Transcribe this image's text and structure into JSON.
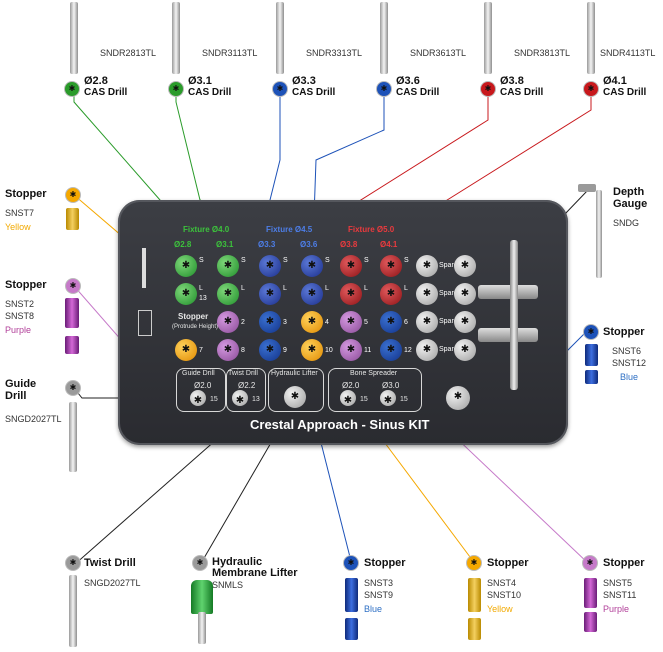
{
  "drills": [
    {
      "code": "SNDR2813TL",
      "size": "Ø2.8",
      "name": "CAS Drill",
      "color": "#2a9b2a"
    },
    {
      "code": "SNDR3113TL",
      "size": "Ø3.1",
      "name": "CAS Drill",
      "color": "#2a9b2a"
    },
    {
      "code": "SNDR3313TL",
      "size": "Ø3.3",
      "name": "CAS Drill",
      "color": "#1d52b8"
    },
    {
      "code": "SNDR3613TL",
      "size": "Ø3.6",
      "name": "CAS Drill",
      "color": "#1d52b8"
    },
    {
      "code": "SNDR3813TL",
      "size": "Ø3.8",
      "name": "CAS Drill",
      "color": "#c8181c"
    },
    {
      "code": "SNDR4113TL",
      "size": "Ø4.1",
      "name": "CAS Drill",
      "color": "#c8181c"
    }
  ],
  "left": {
    "stopper_yellow": {
      "title": "Stopper",
      "code": "SNST7",
      "color_word": "Yellow"
    },
    "stopper_purple": {
      "title": "Stopper",
      "code1": "SNST2",
      "code2": "SNST8",
      "color_word": "Purple"
    },
    "guide_drill": {
      "title1": "Guide",
      "title2": "Drill",
      "code": "SNGD2027TL"
    }
  },
  "right": {
    "depth_gauge": {
      "title1": "Depth",
      "title2": "Gauge",
      "code": "SNDG"
    },
    "stopper_blue": {
      "title": "Stopper",
      "code1": "SNST6",
      "code2": "SNST12",
      "color_word": "Blue"
    }
  },
  "bottom": {
    "twist_drill": {
      "title": "Twist Drill",
      "code": "SNGD2027TL"
    },
    "hydraulic": {
      "title1": "Hydraulic",
      "title2": "Membrane Lifter",
      "code": "SNMLS"
    },
    "stopper_blue": {
      "title": "Stopper",
      "code1": "SNST3",
      "code2": "SNST9",
      "color_word": "Blue"
    },
    "stopper_yellow": {
      "title": "Stopper",
      "code1": "SNST4",
      "code2": "SNST10",
      "color_word": "Yellow"
    },
    "stopper_purple": {
      "title": "Stopper",
      "code1": "SNST5",
      "code2": "SNST11",
      "color_word": "Purple"
    }
  },
  "kit": {
    "title": "Crestal Approach - Sinus KIT",
    "fixture_green": "Fixture Ø4.0",
    "fixture_blue": "Fixture Ø4.5",
    "fixture_red": "Fixture Ø5.0",
    "size_labels": [
      "Ø2.8",
      "Ø3.1",
      "Ø3.3",
      "Ø3.6",
      "Ø3.8",
      "Ø4.1"
    ],
    "stopper_label": "Stopper",
    "stopper_sub": "(Protrude Height)",
    "spare": "Spare",
    "row1_letters": [
      "S",
      "S",
      "S",
      "S",
      "S",
      "S"
    ],
    "row2_letters": [
      "L",
      "L",
      "L",
      "L",
      "L",
      "L"
    ],
    "row_13": "13",
    "stopper_numbers": [
      "2",
      "3",
      "4",
      "5",
      "6",
      "7",
      "8",
      "9",
      "10",
      "11",
      "12"
    ],
    "guide_drill_label": "Guide Drill",
    "twist_drill_label": "Twist Drill",
    "hydraulic_label": "Hydraulic Lifter",
    "bone_spreader_label": "Bone Spreader",
    "guide_size": "Ø2.0",
    "twist_size": "Ø2.2",
    "bs1_size": "Ø2.0",
    "bs2_size": "Ø3.0",
    "len_15": "15",
    "len_13": "13"
  },
  "colors": {
    "green": "#2a9b2a",
    "blue": "#1d52b8",
    "red": "#c8181c",
    "yellow": "#f5a800",
    "purple": "#c67ac9",
    "gray": "#9a9a9a",
    "accent_blue_text": "#2d6fc4",
    "accent_yellow_text": "#f2a900",
    "accent_purple_text": "#b2409a"
  }
}
